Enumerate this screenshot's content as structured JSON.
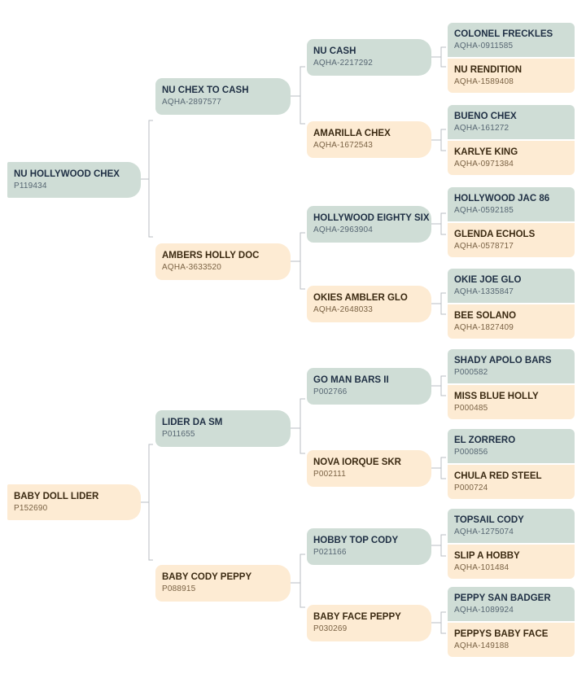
{
  "nu_hollywood_chex": {
    "name": "NU HOLLYWOOD CHEX",
    "reg": "P119434"
  },
  "nu_chex_to_cash": {
    "name": "NU CHEX TO CASH",
    "reg": "AQHA-2897577"
  },
  "ambers_holly_doc": {
    "name": "AMBERS HOLLY DOC",
    "reg": "AQHA-3633520"
  },
  "nu_cash": {
    "name": "NU CASH",
    "reg": "AQHA-2217292"
  },
  "amarilla_chex": {
    "name": "AMARILLA CHEX",
    "reg": "AQHA-1672543"
  },
  "hollywood_eighty_six": {
    "name": "HOLLYWOOD EIGHTY SIX",
    "reg": "AQHA-2963904"
  },
  "okies_ambler_glo": {
    "name": "OKIES AMBLER GLO",
    "reg": "AQHA-2648033"
  },
  "colonel_freckles": {
    "name": "COLONEL FRECKLES",
    "reg": "AQHA-0911585"
  },
  "nu_rendition": {
    "name": "NU RENDITION",
    "reg": "AQHA-1589408"
  },
  "bueno_chex": {
    "name": "BUENO CHEX",
    "reg": "AQHA-161272"
  },
  "karlye_king": {
    "name": "KARLYE KING",
    "reg": "AQHA-0971384"
  },
  "hollywood_jac_86": {
    "name": "HOLLYWOOD JAC 86",
    "reg": "AQHA-0592185"
  },
  "glenda_echols": {
    "name": "GLENDA ECHOLS",
    "reg": "AQHA-0578717"
  },
  "okie_joe_glo": {
    "name": "OKIE JOE GLO",
    "reg": "AQHA-1335847"
  },
  "bee_solano": {
    "name": "BEE SOLANO",
    "reg": "AQHA-1827409"
  },
  "baby_doll_lider": {
    "name": "BABY DOLL LIDER",
    "reg": "P152690"
  },
  "lider_da_sm": {
    "name": "LIDER DA SM",
    "reg": "P011655"
  },
  "baby_cody_peppy": {
    "name": "BABY CODY PEPPY",
    "reg": "P088915"
  },
  "go_man_bars_ii": {
    "name": "GO MAN BARS II",
    "reg": "P002766"
  },
  "nova_iorque_skr": {
    "name": "NOVA IORQUE SKR",
    "reg": "P002111"
  },
  "hobby_top_cody": {
    "name": "HOBBY TOP CODY",
    "reg": "P021166"
  },
  "baby_face_peppy": {
    "name": "BABY FACE PEPPY",
    "reg": "P030269"
  },
  "shady_apolo_bars": {
    "name": "SHADY APOLO BARS",
    "reg": "P000582"
  },
  "miss_blue_holly": {
    "name": "MISS BLUE HOLLY",
    "reg": "P000485"
  },
  "el_zorrero": {
    "name": "EL ZORRERO",
    "reg": "P000856"
  },
  "chula_red_steel": {
    "name": "CHULA RED STEEL",
    "reg": "P000724"
  },
  "topsail_cody": {
    "name": "TOPSAIL CODY",
    "reg": "AQHA-1275074"
  },
  "slip_a_hobby": {
    "name": "SLIP A HOBBY",
    "reg": "AQHA-101484"
  },
  "peppy_san_badger": {
    "name": "PEPPY SAN BADGER",
    "reg": "AQHA-1089924"
  },
  "peppys_baby_face": {
    "name": "PEPPYS BABY FACE",
    "reg": "AQHA-149188"
  },
  "colors": {
    "sire_fill": "#cfddd6",
    "dam_fill": "#fdebd3",
    "connector": "#b9bec3"
  }
}
